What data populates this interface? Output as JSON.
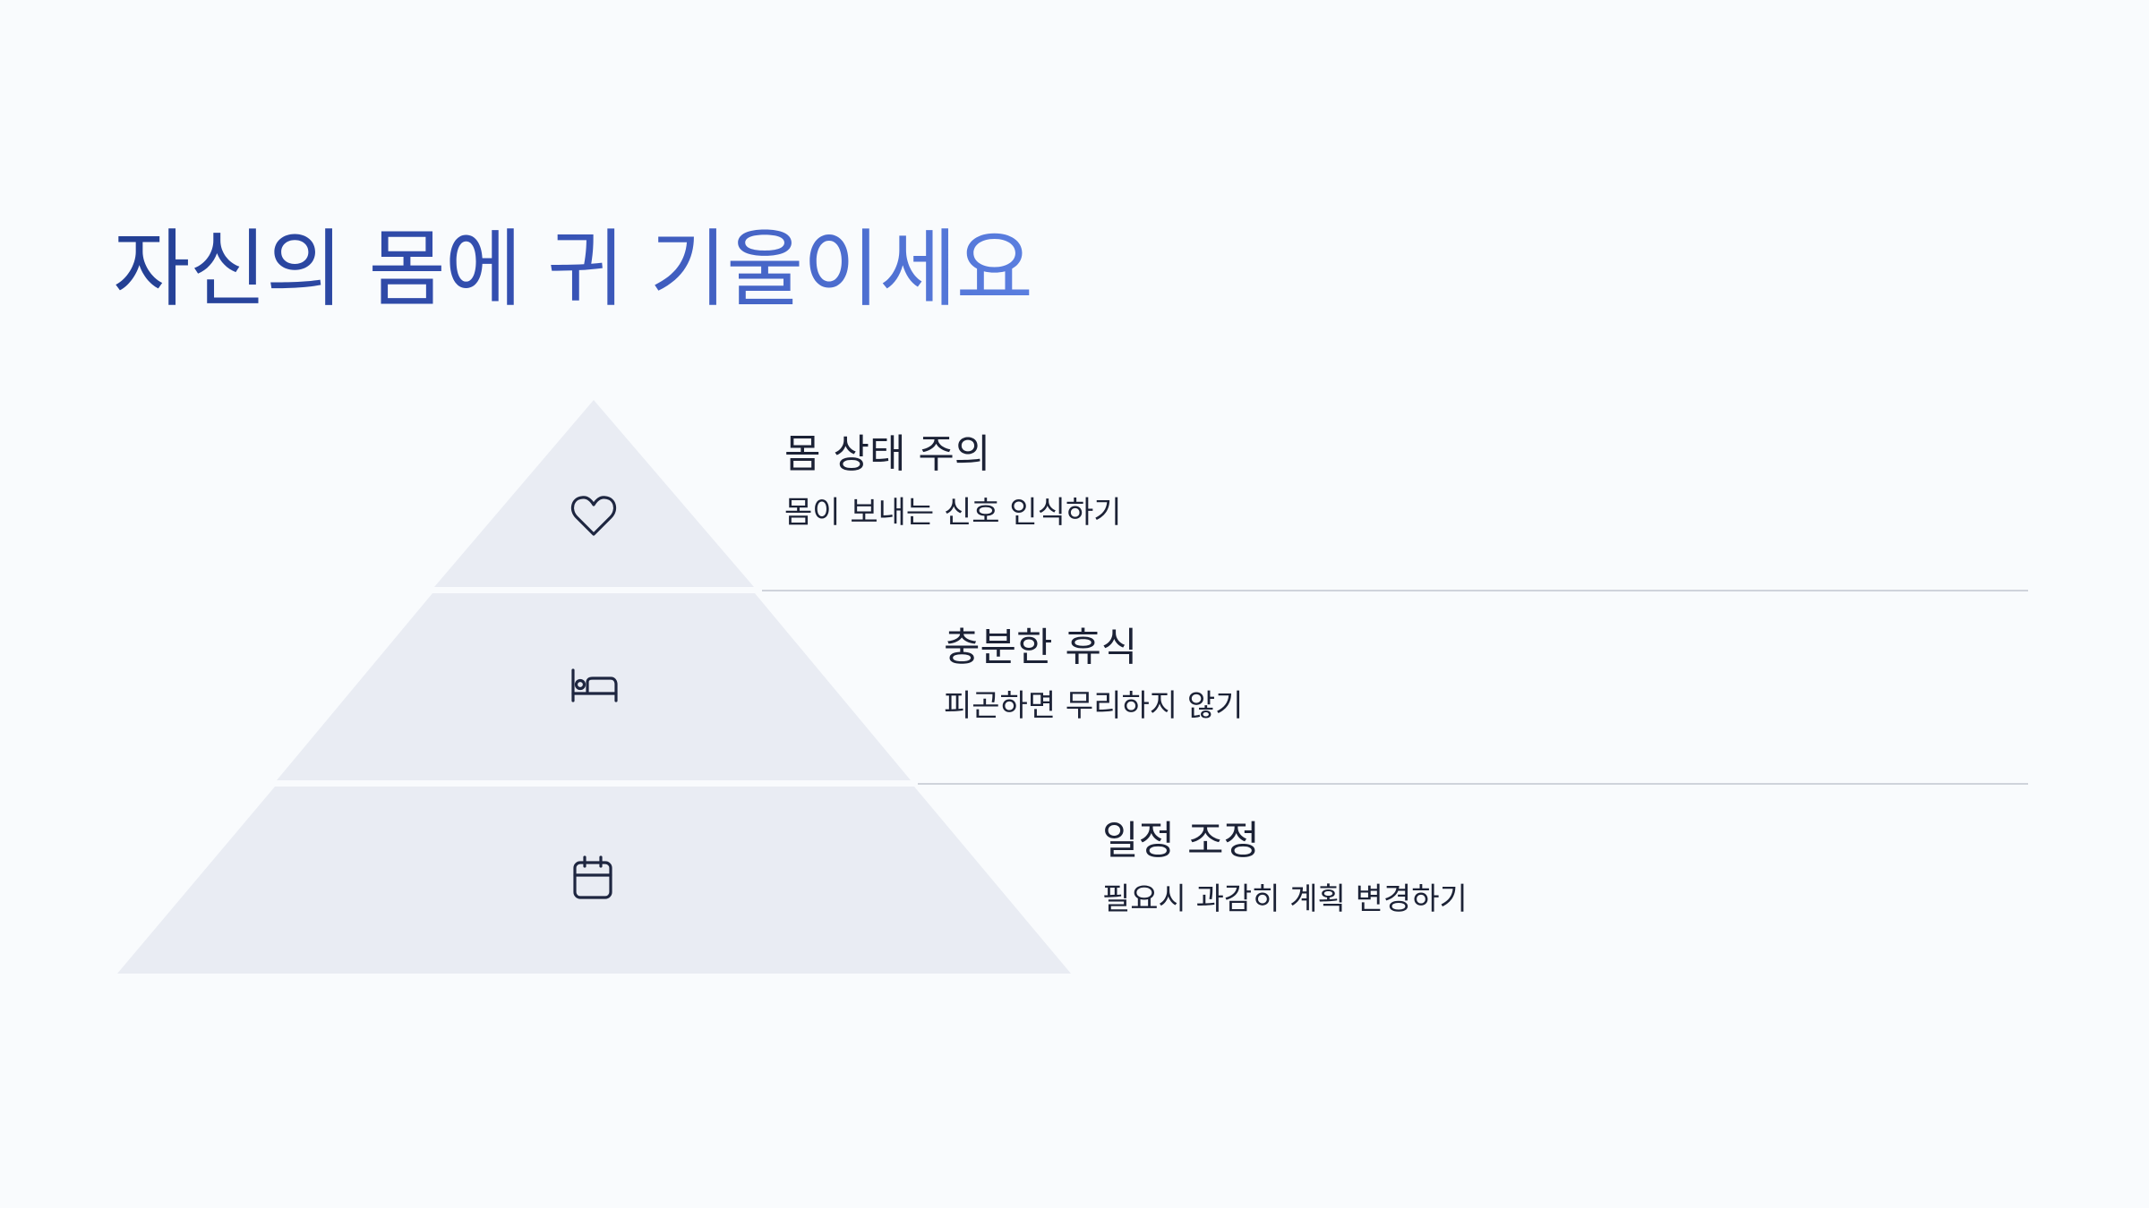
{
  "title": "자신의 몸에 귀 기울이세요",
  "colors": {
    "background": "#f9fbfd",
    "title_gradient_start": "#233f93",
    "title_gradient_end": "#5b7fe0",
    "tier_fill": "#e9ecf3",
    "divider": "#cfd3db",
    "text": "#1c2236"
  },
  "tiers": [
    {
      "icon": "heart-icon",
      "heading": "몸 상태 주의",
      "description": "몸이 보내는 신호 인식하기"
    },
    {
      "icon": "bed-icon",
      "heading": "충분한 휴식",
      "description": "피곤하면 무리하지 않기"
    },
    {
      "icon": "calendar-icon",
      "heading": "일정 조정",
      "description": "필요시 과감히 계획 변경하기"
    }
  ]
}
